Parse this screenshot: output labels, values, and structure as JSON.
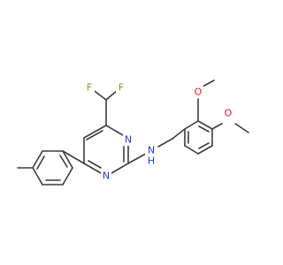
{
  "colors": {
    "bond": "#3c3c3c",
    "fluorine": "#8a9a1c",
    "nitrogen": "#1e3cdc",
    "oxygen": "#dc1e1e"
  },
  "atoms": {
    "f1": "F",
    "f2": "F",
    "n_ring_top": "N",
    "n_ring_bottom": "N",
    "nh": "N",
    "nh_h": "H",
    "o_upper": "O",
    "o_lower": "O"
  }
}
